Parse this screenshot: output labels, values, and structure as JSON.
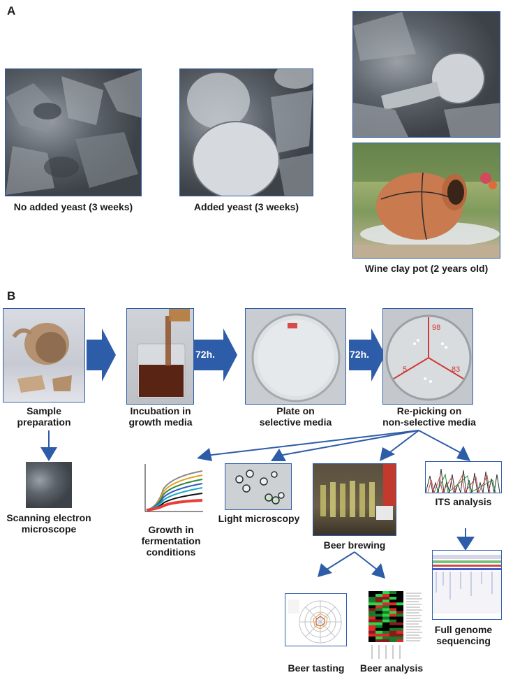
{
  "panel_a": {
    "letter": "A",
    "captions": {
      "no_yeast": "No added yeast (3 weeks)",
      "added_yeast": "Added yeast (3 weeks)",
      "clay_pot": "Wine clay pot (2 years old)"
    }
  },
  "panel_b": {
    "letter": "B",
    "steps": {
      "sample_prep": [
        "Sample",
        "preparation"
      ],
      "incubation": [
        "Incubation in",
        "growth media"
      ],
      "plate": [
        "Plate on",
        "selective media"
      ],
      "repicking": [
        "Re-picking on",
        "non-selective media"
      ],
      "sem": [
        "Scanning electron",
        "microscope"
      ],
      "growth": [
        "Growth in",
        "fermentation",
        "conditions"
      ],
      "light": "Light microscopy",
      "beer_brewing": "Beer brewing",
      "its": "ITS analysis",
      "genome": [
        "Full genome",
        "sequencing"
      ],
      "tasting": "Beer tasting",
      "analysis": "Beer analysis"
    },
    "arrow_labels": [
      "72h.",
      "72h."
    ],
    "petri_marks": [
      "98",
      "5",
      "83"
    ]
  },
  "colors": {
    "frame": "#2d5ca8",
    "arrow": "#2d5ca8"
  }
}
